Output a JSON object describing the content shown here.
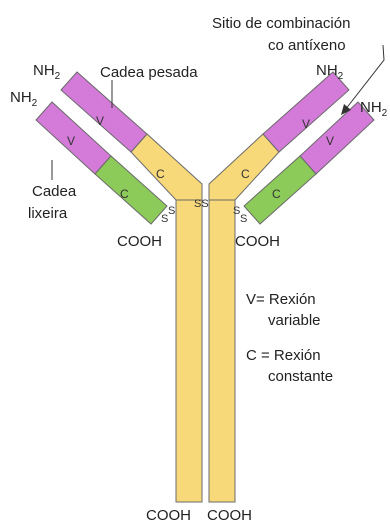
{
  "labels": {
    "binding_site_line1": "Sitio de combinación",
    "binding_site_line2": "co antíxeno",
    "heavy_chain": "Cadea pesada",
    "light_chain_line1": "Cadea",
    "light_chain_line2": "lixeira",
    "nh": "NH",
    "nh_sub": "2",
    "cooh": "COOH",
    "v": "V",
    "c": "C",
    "ss": "SS",
    "s": "S"
  },
  "legend": {
    "v_line1": "V= Rexión",
    "v_line2": "variable",
    "c_line1": "C = Rexión",
    "c_line2": "constante"
  },
  "colors": {
    "heavy_constant": "#f7d97a",
    "variable": "#d47ad9",
    "light_constant": "#8cca5a",
    "outline": "#6b6b6b",
    "text": "#222222"
  }
}
